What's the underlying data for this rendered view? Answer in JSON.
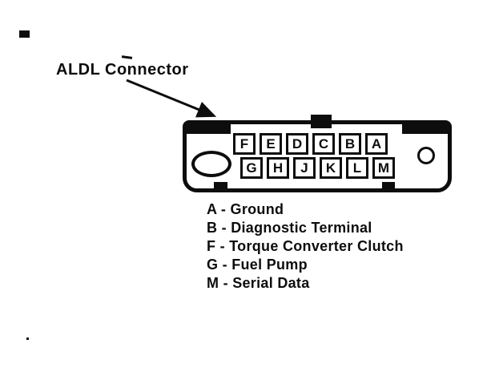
{
  "label": {
    "title": "ALDL Connector"
  },
  "connector": {
    "pins_top": [
      "F",
      "E",
      "D",
      "C",
      "B",
      "A"
    ],
    "pins_bottom": [
      "G",
      "H",
      "J",
      "K",
      "L",
      "M"
    ]
  },
  "legend": {
    "items": [
      "A - Ground",
      "B - Diagnostic Terminal",
      "F - Torque Converter Clutch",
      "G - Fuel Pump",
      "M - Serial Data"
    ]
  },
  "colors": {
    "ink": "#0d0d0d",
    "paper": "#ffffff"
  }
}
